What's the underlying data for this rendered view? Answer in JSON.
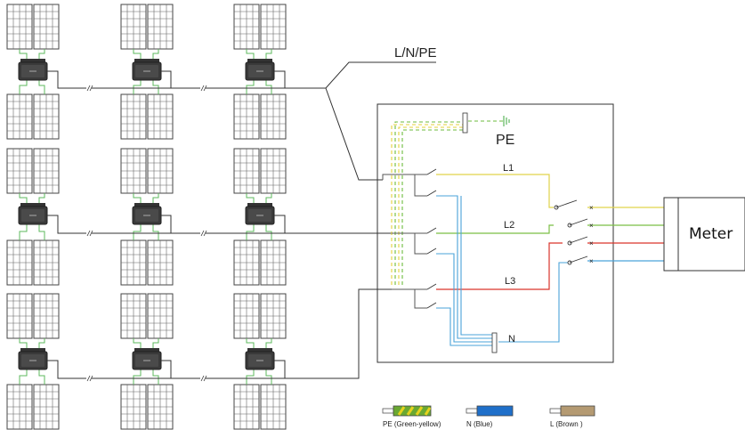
{
  "labels": {
    "bus": "L/N/PE",
    "pe": "PE",
    "l1": "L1",
    "l2": "L2",
    "l3": "L3",
    "n": "N",
    "meter": "Meter"
  },
  "legend": [
    {
      "label": "PE (Green-yellow)",
      "color": "#6aa832",
      "stripe": "#e6d21e"
    },
    {
      "label": "N (Blue)",
      "color": "#1f6fc9"
    },
    {
      "label": "L (Brown )",
      "color": "#b49a72"
    }
  ],
  "colors": {
    "pe_wire": "#6cbb3c",
    "pe_yellow": "#e3d23a",
    "l1_wire": "#e0d34a",
    "l2_wire": "#7bbf45",
    "l3_wire": "#d9342b",
    "n_wire": "#4aa3d9",
    "panel_wire": "#5cb85c",
    "ground": "#5cb85c"
  },
  "layout_summary": {
    "inverter_columns": 3,
    "inverter_rows": 3
  }
}
